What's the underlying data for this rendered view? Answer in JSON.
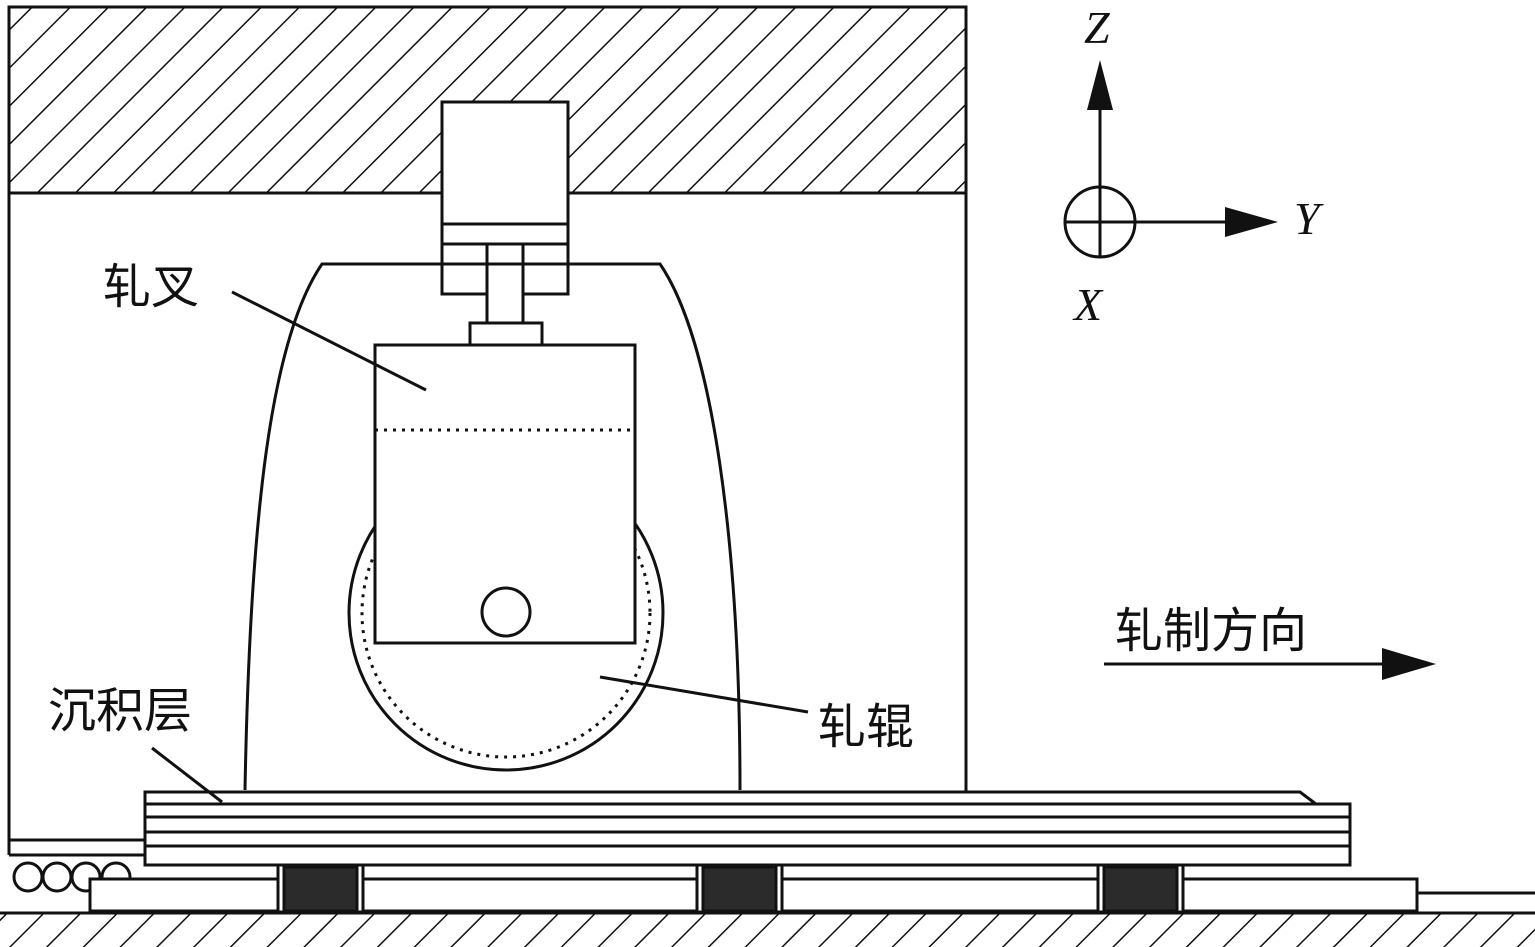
{
  "labels": {
    "fork": "轧叉",
    "roller": "轧辊",
    "deposit": "沉积层",
    "direction": "轧制方向"
  },
  "axes": {
    "z": "Z",
    "y": "Y",
    "x": "X"
  },
  "colors": {
    "stroke": "#111111",
    "block": "#2b2b2b",
    "background": "#ffffff"
  }
}
